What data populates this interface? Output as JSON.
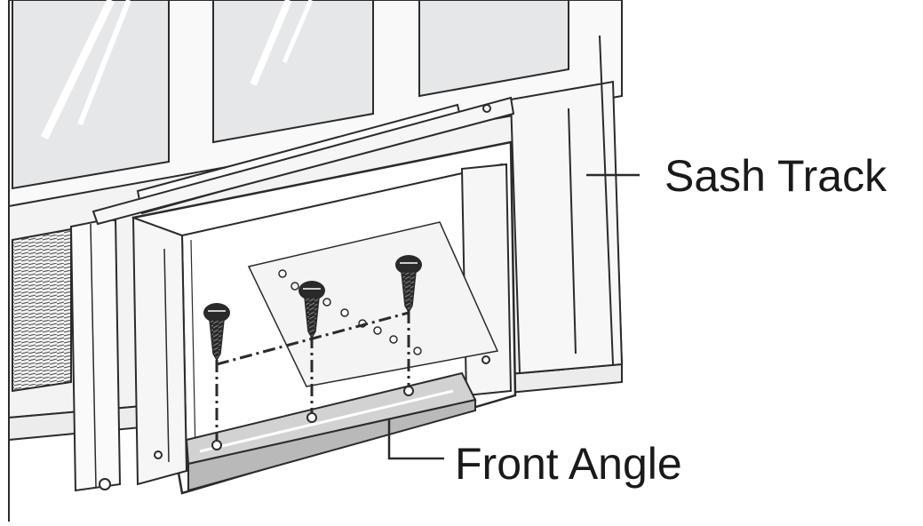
{
  "labels": {
    "sash_track": "Sash Track",
    "front_angle": "Front Angle"
  },
  "colors": {
    "line": "#2b2b2b",
    "glass": "#e9eaeb",
    "frame": "#f7f7f7",
    "wall": "#f2f2f2",
    "front_angle_fill": "#cfcfcf",
    "screw": "#2a2a2a"
  },
  "components": {
    "screws": 3
  }
}
